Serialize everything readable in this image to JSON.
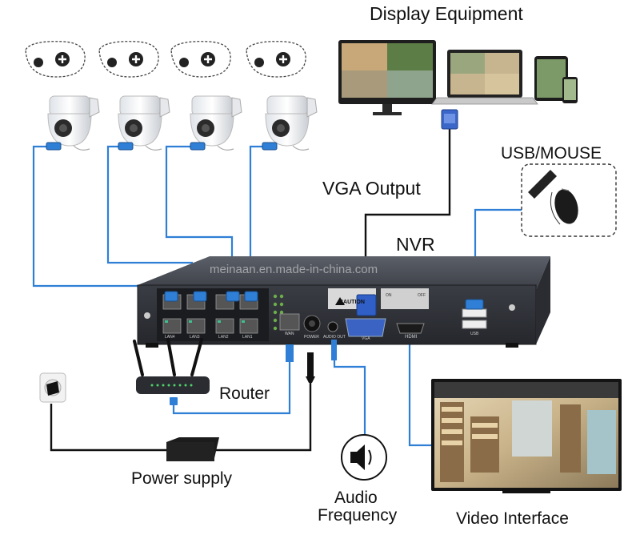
{
  "labels": {
    "display_equipment": "Display Equipment",
    "usb_mouse": "USB/MOUSE",
    "vga_output": "VGA Output",
    "nvr": "NVR",
    "router": "Router",
    "power_supply": "Power supply",
    "audio_frequency_line1": "Audio",
    "audio_frequency_line2": "Frequency",
    "video_interface": "Video Interface",
    "watermark": "meinaan.en.made-in-china.com"
  },
  "panel_labels": {
    "caution": "CAUTION",
    "lan4": "LAN4",
    "lan3": "LAN3",
    "lan2": "LAN2",
    "lan1": "LAN1",
    "wan": "WAN",
    "power": "POWER",
    "audio_out": "AUDIO OUT",
    "vga": "VGA",
    "hdmi": "HDMI",
    "usb": "USB",
    "on": "ON",
    "off": "OFF"
  },
  "colors": {
    "cable_blue": "#2f7fd6",
    "cable_black": "#111111",
    "nvr_body": "#4a4d55",
    "nvr_front": "#2f3238"
  }
}
